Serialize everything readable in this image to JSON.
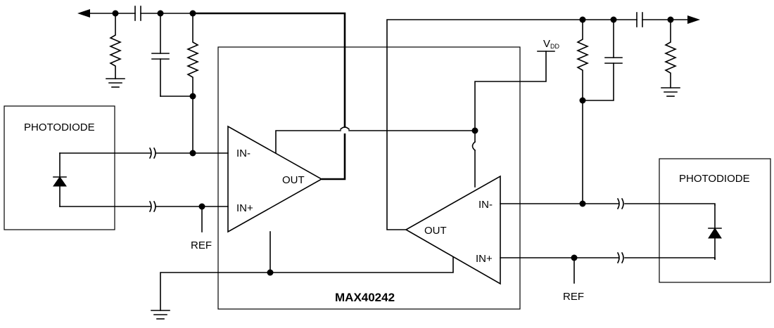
{
  "chip": {
    "part_number": "MAX40242"
  },
  "left_channel": {
    "photodiode_label": "PHOTODIODE",
    "pin_in_minus": "IN-",
    "pin_in_plus": "IN+",
    "pin_out": "OUT",
    "ref_label": "REF"
  },
  "right_channel": {
    "photodiode_label": "PHOTODIODE",
    "pin_in_minus": "IN-",
    "pin_in_plus": "IN+",
    "pin_out": "OUT",
    "ref_label": "REF"
  },
  "supply": {
    "vdd_main": "V",
    "vdd_sub": "DD"
  }
}
